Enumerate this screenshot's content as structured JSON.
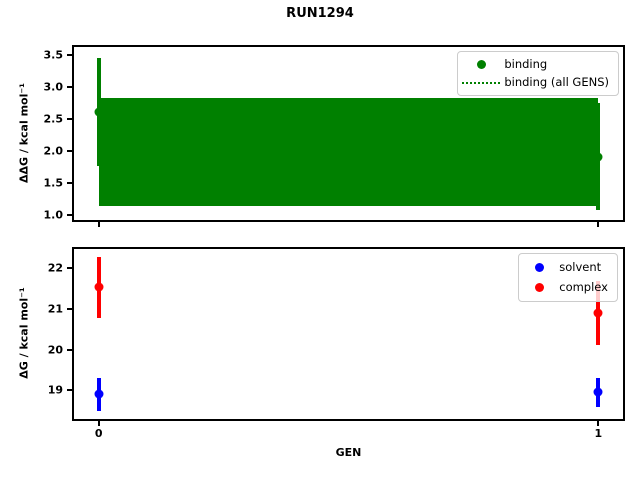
{
  "title": "RUN1294",
  "colors": {
    "binding": "#008000",
    "solvent": "#0000ff",
    "complex": "#ff0000"
  },
  "chart_data": [
    {
      "type": "scatter",
      "title": "RUN1294",
      "ylabel": "ΔΔG / kcal mol⁻¹",
      "ylim": [
        0.92,
        3.63
      ],
      "yticks": [
        1.0,
        1.5,
        2.0,
        2.5,
        3.0,
        3.5
      ],
      "ytick_labels": [
        "1.0",
        "1.5",
        "2.0",
        "2.5",
        "3.0",
        "3.5"
      ],
      "xticks": [
        0,
        1
      ],
      "grid": false,
      "legend_position": "upper right",
      "legend": [
        {
          "label": "binding",
          "handle": "dot",
          "color": "#008000"
        },
        {
          "label": "binding (all GENS)",
          "handle": "dotted-line",
          "color": "#008000"
        }
      ],
      "series": [
        {
          "name": "binding (all GENS)",
          "type": "band-with-mean-line",
          "color": "#008000",
          "x_span": [
            0,
            1
          ],
          "mean": 1.98,
          "band_lo": 1.14,
          "band_hi": 2.83
        },
        {
          "name": "binding",
          "type": "errorbar-points",
          "color": "#008000",
          "x": [
            0,
            1
          ],
          "y": [
            2.61,
            1.91
          ],
          "yerr": [
            0.85,
            0.84
          ]
        }
      ]
    },
    {
      "type": "scatter",
      "xlabel": "GEN",
      "ylabel": "ΔG / kcal mol⁻¹",
      "ylim": [
        18.3,
        22.46
      ],
      "yticks": [
        19,
        20,
        21,
        22
      ],
      "ytick_labels": [
        "19",
        "20",
        "21",
        "22"
      ],
      "xticks": [
        0,
        1
      ],
      "xtick_labels": [
        "0",
        "1"
      ],
      "grid": false,
      "legend_position": "upper right",
      "legend": [
        {
          "label": "solvent",
          "handle": "dot",
          "color": "#0000ff"
        },
        {
          "label": "complex",
          "handle": "dot",
          "color": "#ff0000"
        }
      ],
      "series": [
        {
          "name": "solvent",
          "type": "errorbar-points",
          "color": "#0000ff",
          "x": [
            0,
            1
          ],
          "y": [
            18.9,
            18.95
          ],
          "yerr": [
            0.4,
            0.35
          ]
        },
        {
          "name": "complex",
          "type": "errorbar-points",
          "color": "#ff0000",
          "x": [
            0,
            1
          ],
          "y": [
            21.52,
            20.9
          ],
          "yerr": [
            0.75,
            0.78
          ]
        }
      ]
    }
  ]
}
